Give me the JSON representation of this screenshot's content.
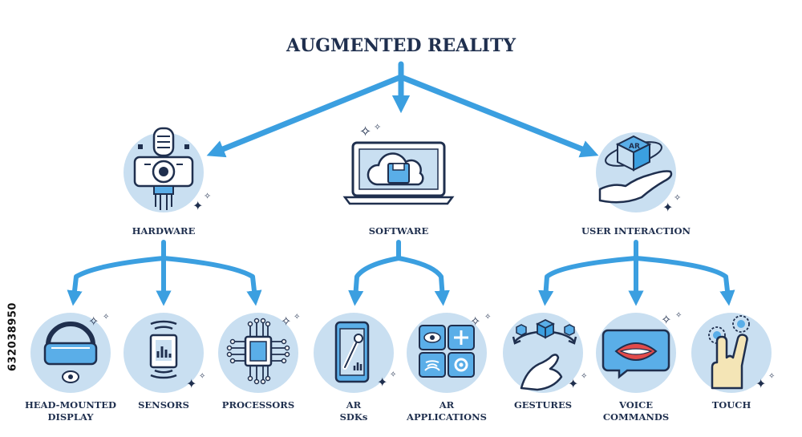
{
  "title": "AUGMENTED REALITY",
  "categories": [
    {
      "label": "HARDWARE",
      "icon": "camera-device-icon"
    },
    {
      "label": "SOFTWARE",
      "icon": "laptop-cloud-icon"
    },
    {
      "label": "USER INTERACTION",
      "icon": "hand-ar-cube-icon"
    }
  ],
  "items": [
    {
      "line1": "HEAD-MOUNTED",
      "line2": "DISPLAY",
      "icon": "vr-headset-icon"
    },
    {
      "line1": "SENSORS",
      "line2": "",
      "icon": "sensor-icon"
    },
    {
      "line1": "PROCESSORS",
      "line2": "",
      "icon": "processor-chip-icon"
    },
    {
      "line1": "AR",
      "line2": "SDKs",
      "icon": "phone-wrench-icon"
    },
    {
      "line1": "AR",
      "line2": "APPLICATIONS",
      "icon": "app-grid-icon"
    },
    {
      "line1": "GESTURES",
      "line2": "",
      "icon": "gesture-hand-icon"
    },
    {
      "line1": "VOICE",
      "line2": "COMMANDS",
      "icon": "mouth-icon"
    },
    {
      "line1": "TOUCH",
      "line2": "",
      "icon": "touch-finger-icon"
    }
  ],
  "stock_id": "632038950",
  "colors": {
    "arrow": "#3b9fe0",
    "circle": "#c9dff1",
    "dark": "#1f2f4e",
    "accent": "#5aaee8"
  }
}
